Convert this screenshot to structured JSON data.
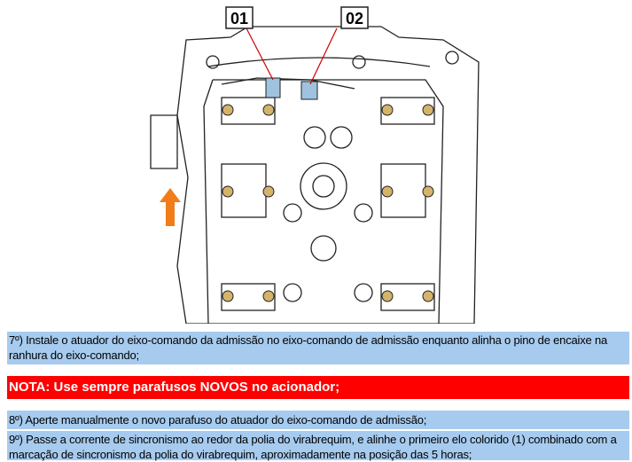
{
  "figure": {
    "callouts": [
      "01",
      "02"
    ],
    "accent_color": "#9fc3de",
    "arrow_color": "#f07d1a"
  },
  "steps": {
    "step7": "7º) Instale o atuador do eixo-comando da admissão no eixo-comando de admissão enquanto alinha o pino de encaixe na ranhura do eixo-comando;",
    "nota": "NOTA: Use sempre parafusos NOVOS no acionador;",
    "step8": "8º) Aperte manualmente o novo parafuso do atuador do eixo-comando de admissão;",
    "step9": "9º) Passe a corrente de sincronismo ao redor da polia do virabrequim, e alinhe o primeiro elo colorido (1) combinado com a marcação de sincronismo da polia do virabrequim, aproximadamente na posição das 5 horas;"
  }
}
